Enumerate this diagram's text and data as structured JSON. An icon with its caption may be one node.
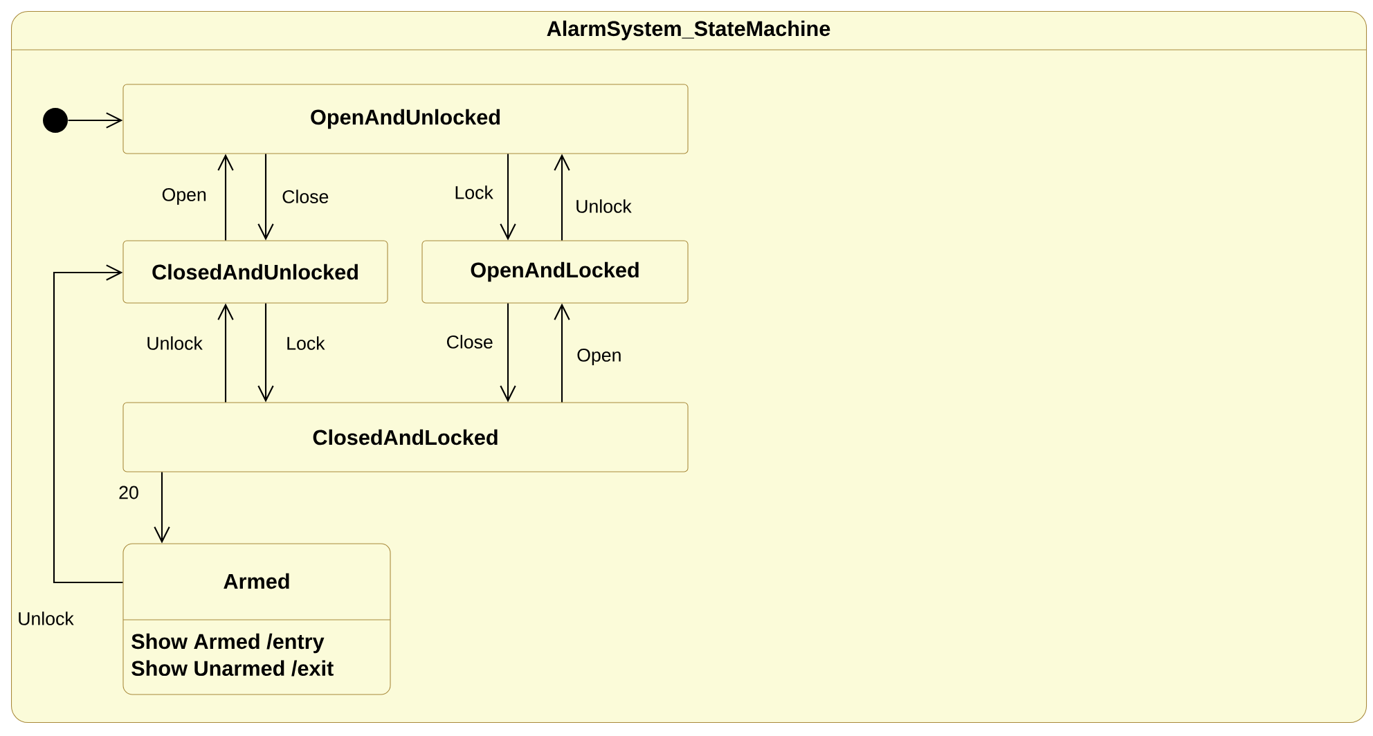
{
  "diagram": {
    "nodes": [
      {
        "text": [
          "AlarmSystem_StateMachine"
        ]
      },
      {
        "text": [],
        "shape": "circle",
        "in": 0
      },
      {
        "text": [
          "OpenAndUnlocked"
        ],
        "in": 0
      },
      {
        "text": [
          "ClosedAndUnlocked"
        ],
        "in": 0
      },
      {
        "text": [
          "OpenAndLocked"
        ],
        "in": 0
      },
      {
        "text": [
          "ClosedAndLocked"
        ],
        "in": 0
      },
      {
        "text": [
          "Armed",
          "Show Armed /entry",
          "Show Unarmed /exit"
        ],
        "in": 0
      }
    ],
    "edges": [
      {
        "from": 1,
        "to": 2,
        "arrow": "to"
      },
      {
        "from": 3,
        "to": 2,
        "arrow": "to",
        "label": "Open"
      },
      {
        "from": 2,
        "to": 3,
        "arrow": "to",
        "label": "Close"
      },
      {
        "from": 2,
        "to": 4,
        "arrow": "to",
        "label": "Lock"
      },
      {
        "from": 4,
        "to": 2,
        "arrow": "to",
        "label": "Unlock"
      },
      {
        "from": 5,
        "to": 3,
        "arrow": "to",
        "label": "Unlock"
      },
      {
        "from": 3,
        "to": 5,
        "arrow": "to",
        "label": "Lock"
      },
      {
        "from": 4,
        "to": 5,
        "arrow": "to",
        "label": "Close"
      },
      {
        "from": 5,
        "to": 4,
        "arrow": "to",
        "label": "Open"
      },
      {
        "from": 5,
        "to": 6,
        "arrow": "to",
        "label": "20"
      },
      {
        "from": 6,
        "to": 3,
        "arrow": "to",
        "label": "Unlock"
      }
    ]
  }
}
